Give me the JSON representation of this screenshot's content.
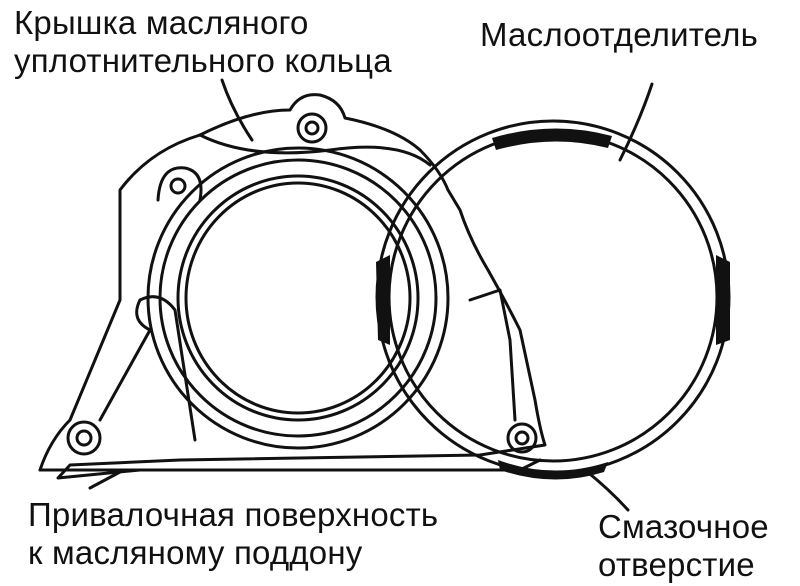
{
  "labels": {
    "oil_seal_cover": [
      "Крышка масляного",
      "уплотнительного кольца"
    ],
    "oil_separator": "Маслоотделитель",
    "mating_surface": [
      "Привалочная поверхность",
      "к масляному поддону"
    ],
    "oil_hole": [
      "Смазочное",
      "отверстие"
    ]
  },
  "colors": {
    "ink": "#111111",
    "background": "#ffffff"
  }
}
